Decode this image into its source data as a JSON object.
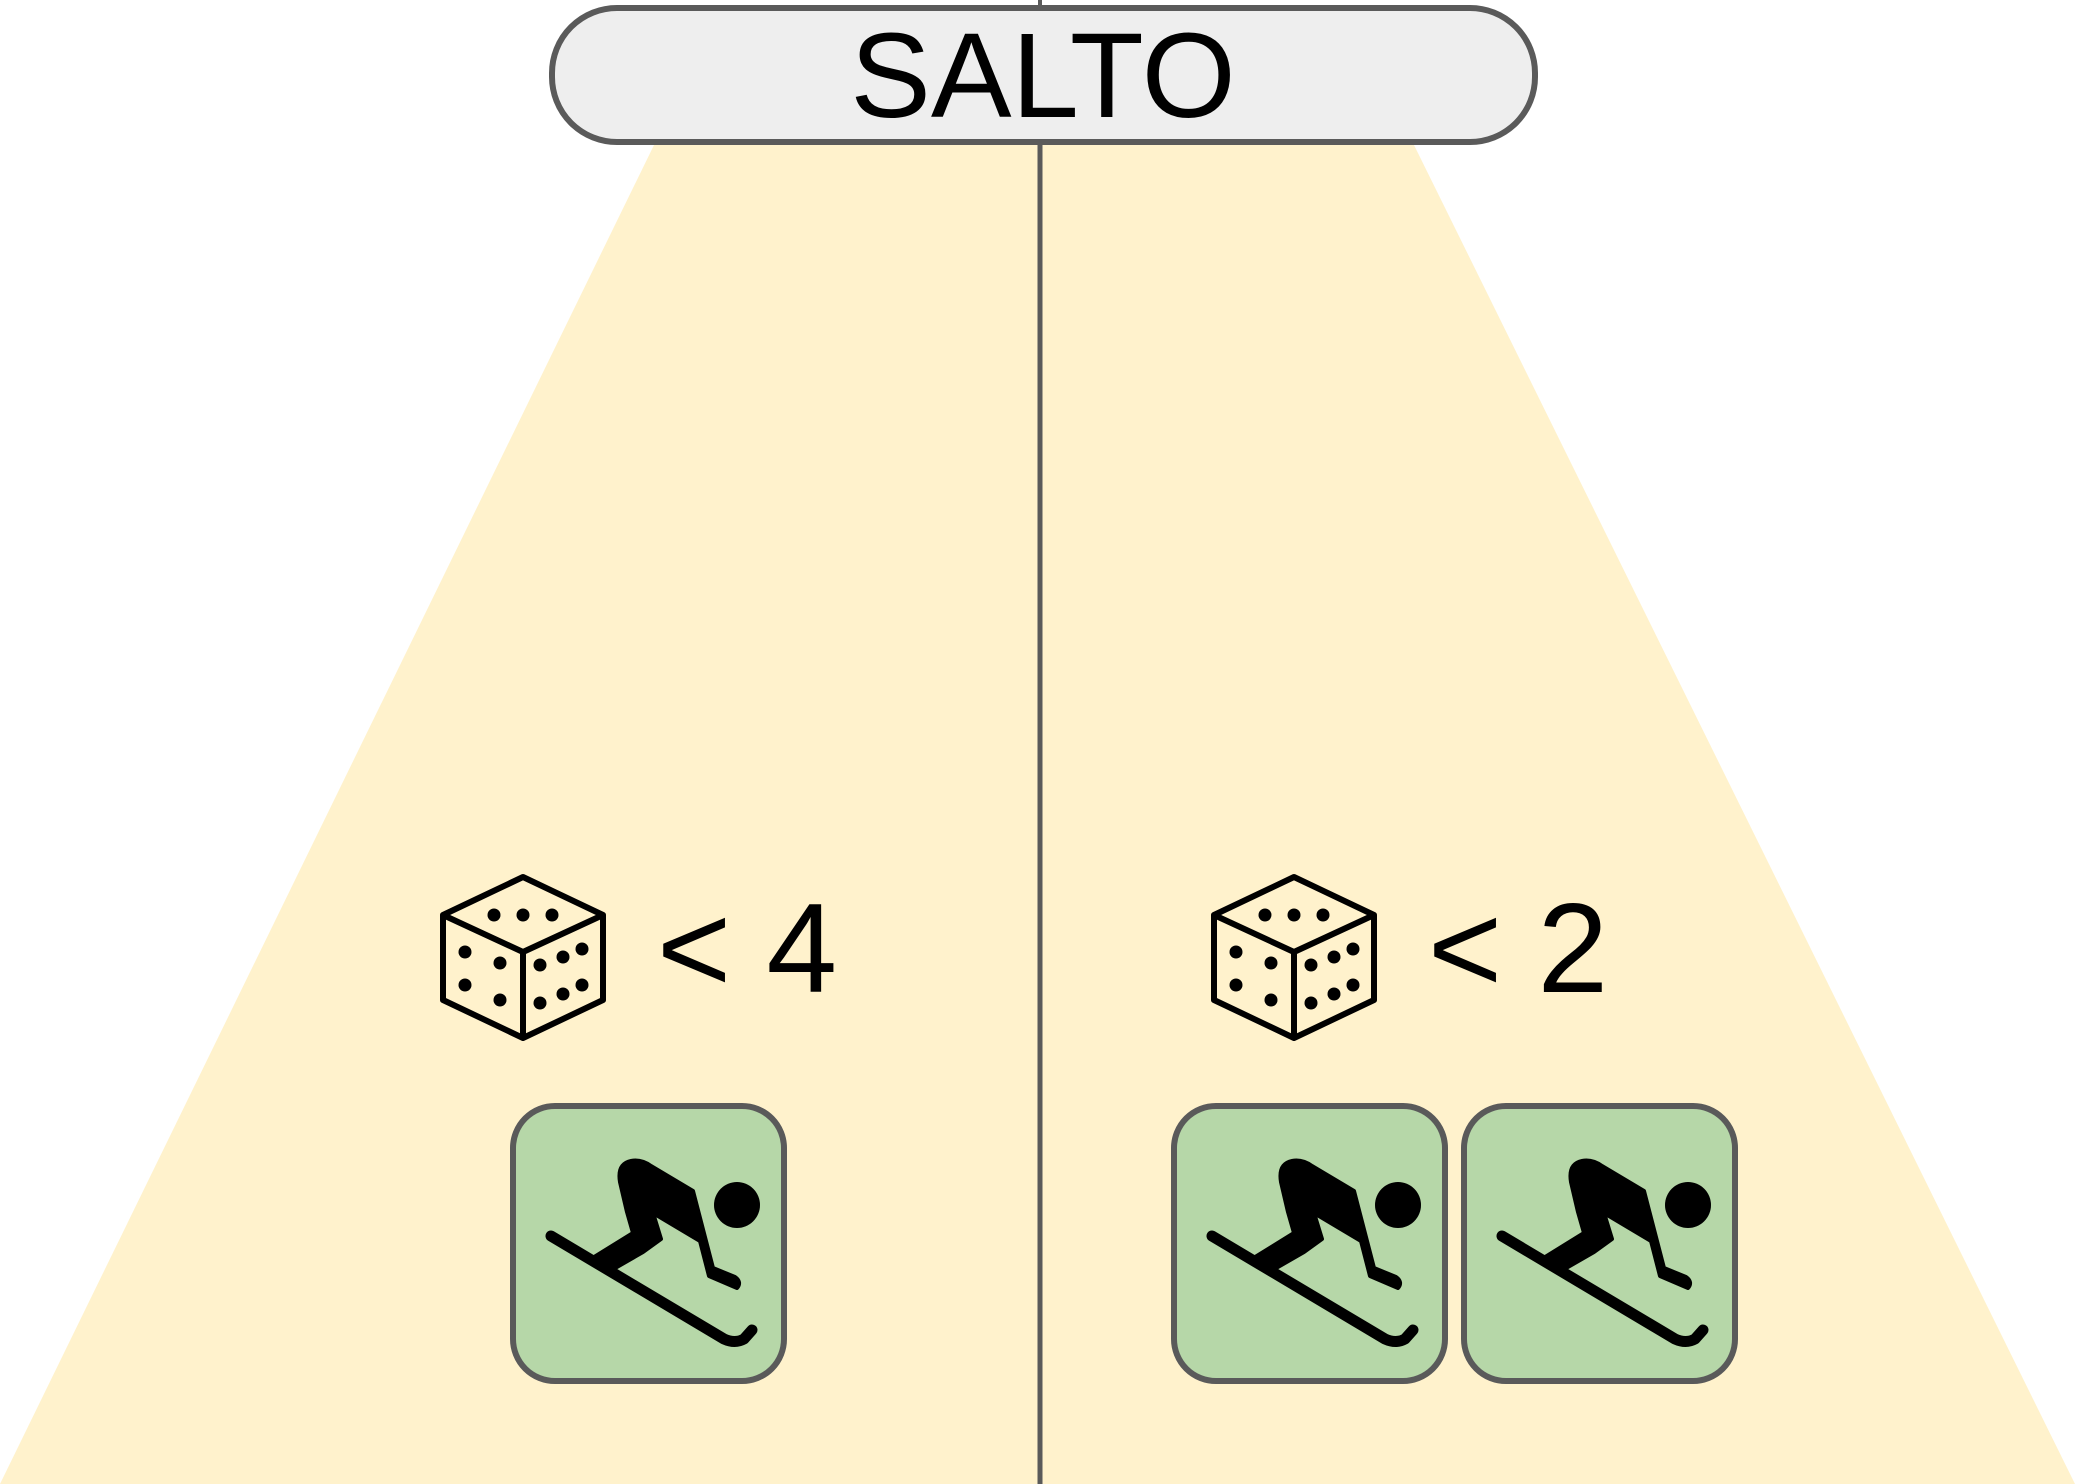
{
  "title": "SALTO",
  "colors": {
    "slope": "#fff2cc",
    "title_fill": "#eeeeee",
    "outline": "#5a5a5a",
    "card_fill": "#b6d7a8",
    "ink": "#000000"
  },
  "lanes": [
    {
      "dice_icon": "dice-icon",
      "condition": "< 4",
      "skier_cards": 1
    },
    {
      "dice_icon": "dice-icon",
      "condition": "< 2",
      "skier_cards": 2
    }
  ]
}
